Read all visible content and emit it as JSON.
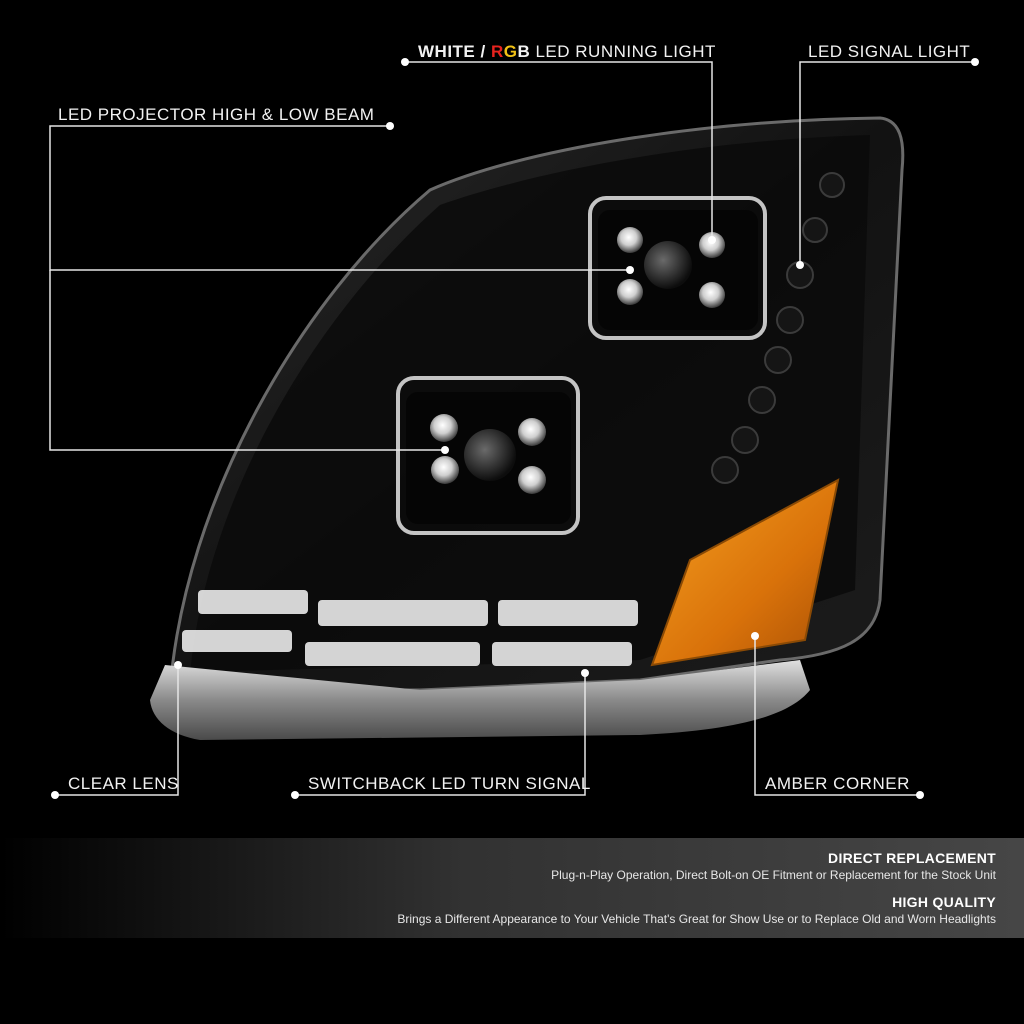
{
  "colors": {
    "background": "#000000",
    "white_label": "#ffffff",
    "rgb_r": "#e8231e",
    "rgb_g": "#f2c216",
    "rgb_b": "#f2f2f2",
    "amber": "#e8850f",
    "line": "#e6e6e6"
  },
  "callouts": {
    "running_light": {
      "white": "WHITE",
      "slash": " / ",
      "r": "R",
      "g": "G",
      "b": "B",
      "rest": " LED RUNNING LIGHT"
    },
    "signal_light": "LED SIGNAL LIGHT",
    "projector": "LED PROJECTOR HIGH & LOW BEAM",
    "clear_lens": "CLEAR LENS",
    "switchback": "SWITCHBACK LED TURN SIGNAL",
    "amber_corner": "AMBER CORNER"
  },
  "features": [
    {
      "title": "DIRECT REPLACEMENT",
      "desc": "Plug-n-Play Operation, Direct Bolt-on OE Fitment or Replacement for the Stock Unit"
    },
    {
      "title": "HIGH QUALITY",
      "desc": "Brings a Different Appearance to Your Vehicle That's Great for Show Use or to Replace Old and Worn Headlights"
    }
  ]
}
